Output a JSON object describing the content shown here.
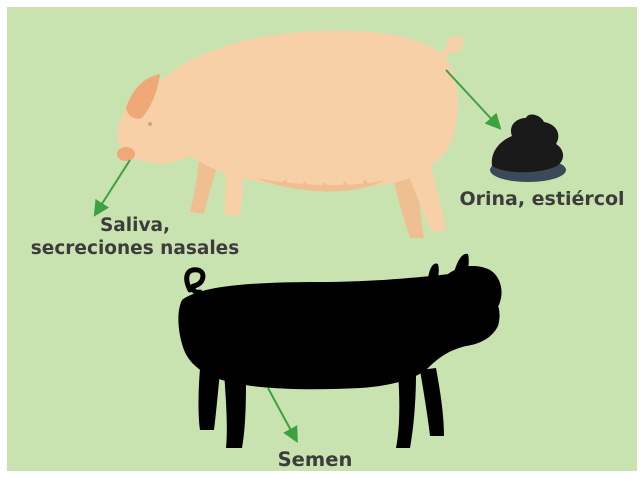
{
  "background_color": "#c9e3b0",
  "colors": {
    "pig_pink": "#f7d0a8",
    "pig_shadow": "#f0bf91",
    "pig_snout": "#f0a878",
    "pig_black": "#000000",
    "arrow_green": "#3ca13f",
    "manure": "#1a1a1a",
    "urine": "#3a4a58",
    "label_text": "#3c3c3c"
  },
  "labels": {
    "saliva_line1": "Saliva,",
    "saliva_line2": "secreciones nasales",
    "orina": "Orina, estiércol",
    "semen": "Semen"
  },
  "icons": [
    "pink-pig-icon",
    "black-pig-icon",
    "manure-icon",
    "arrow-icon"
  ]
}
